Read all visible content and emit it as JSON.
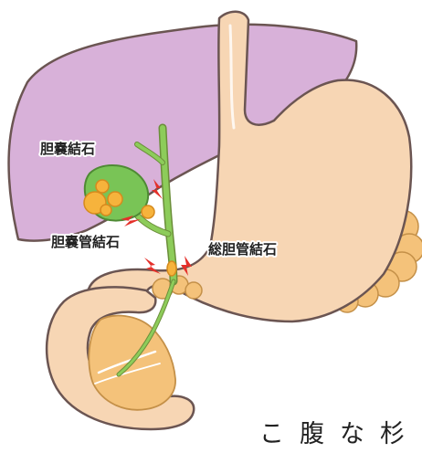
{
  "labels": {
    "gallbladder_stones": "胆嚢結石",
    "cystic_duct_stones": "胆嚢管結石",
    "common_bile_duct_stones": "総胆管結石"
  },
  "cut_off_text": {
    "column_1": "こ",
    "column_2": "腹",
    "column_3": "な",
    "column_4": "杉"
  },
  "colors": {
    "liver": "#D8B1D9",
    "stomach": "#F7D6B4",
    "outline": "#6B5552",
    "gallbladder": "#79C456",
    "bile_duct": "#8DCC5A",
    "stones": "#F6B33C",
    "fat": "#F4C27A",
    "pain_marks": "#E4302A"
  }
}
